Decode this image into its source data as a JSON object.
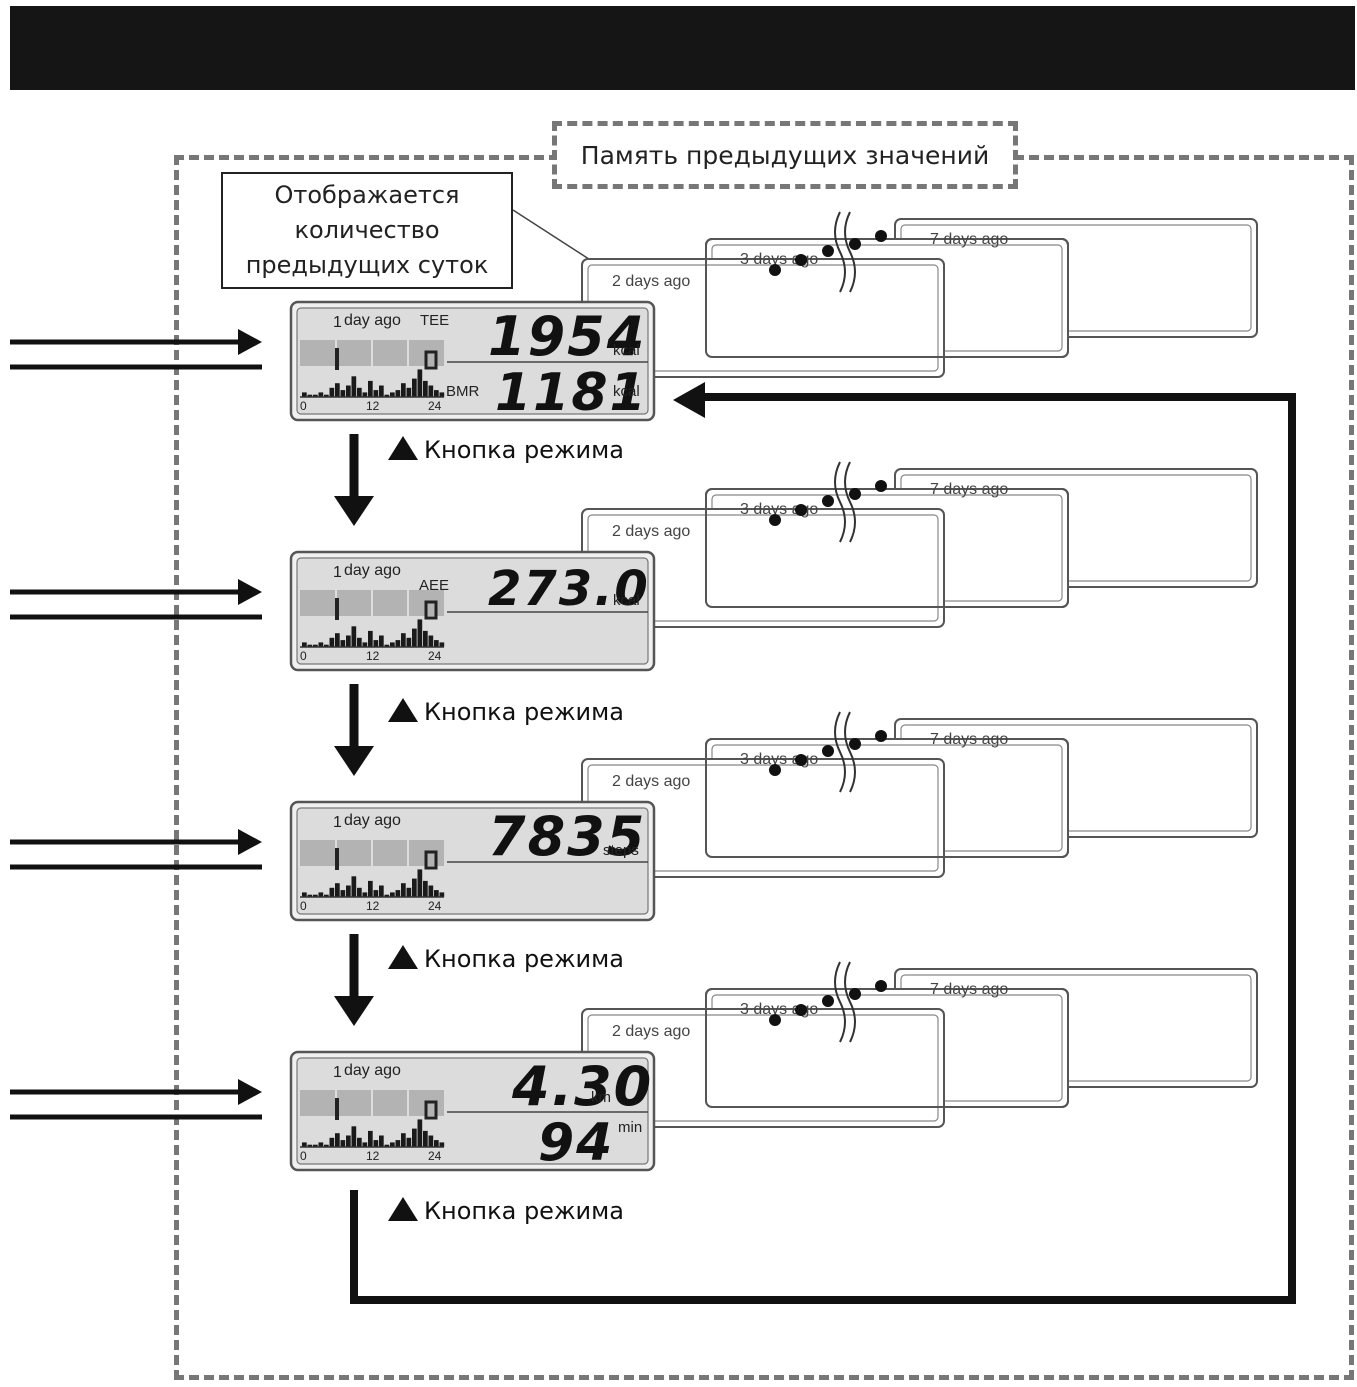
{
  "memory_label": "Память предыдущих значений",
  "callout": {
    "line1": "Отображается",
    "line2": "количество",
    "line3": "предыдущих суток"
  },
  "mode_button_label": "Кнопка режима",
  "history_labels": {
    "two": "2 days ago",
    "three": "3 days ago",
    "seven": "7 days ago"
  },
  "screens": [
    {
      "header_digit": "1",
      "header_text": "day  ago",
      "mode": "TEE",
      "value1": "1954",
      "unit1": "kcal",
      "label2": "BMR",
      "value2": "1181",
      "unit2": "kcal",
      "ticks": [
        "0",
        "12",
        "24"
      ]
    },
    {
      "header_digit": "1",
      "header_text": "day  ago",
      "mode": "AEE",
      "value1": "273.0",
      "unit1": "kcal",
      "label2": "",
      "value2": "",
      "unit2": "",
      "ticks": [
        "0",
        "12",
        "24"
      ]
    },
    {
      "header_digit": "1",
      "header_text": "day  ago",
      "mode": "",
      "value1": "7835",
      "unit1": "steps",
      "label2": "",
      "value2": "",
      "unit2": "",
      "ticks": [
        "0",
        "12",
        "24"
      ]
    },
    {
      "header_digit": "1",
      "header_text": "day  ago",
      "mode": "",
      "value1": "4.30",
      "unit1": "km",
      "label2": "",
      "value2": "94",
      "unit2": "min",
      "ticks": [
        "0",
        "12",
        "24"
      ]
    }
  ],
  "histogram": [
    2,
    1,
    1,
    2,
    1,
    4,
    6,
    3,
    5,
    9,
    4,
    2,
    7,
    3,
    5,
    1,
    2,
    3,
    6,
    4,
    8,
    12,
    7,
    5,
    3,
    2
  ]
}
